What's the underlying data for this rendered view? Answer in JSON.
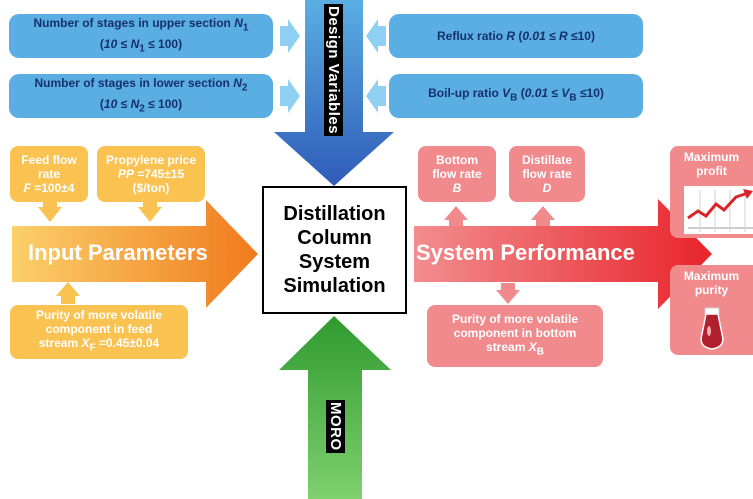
{
  "design": {
    "vertical_label": "Design Variables",
    "n1": {
      "line1": "Number of stages in upper section",
      "var": "N",
      "sub": "1",
      "line2_a": "10",
      "line2_b": "≤",
      "line2_c": "N",
      "line2_sub": "1",
      "line2_d": "≤ 100)"
    },
    "n2": {
      "line1": "Number of stages in lower section",
      "var": "N",
      "sub": "2",
      "line2_a": "10",
      "line2_b": "≤",
      "line2_c": "N",
      "line2_sub": "2",
      "line2_d": "≤ 100)"
    },
    "reflux": {
      "text": "Reflux ratio",
      "var": "R",
      "range_a": "0.01",
      "range_b": "≤",
      "range_var": "R",
      "range_c": "≤10)"
    },
    "boilup": {
      "text": "Boil-up ratio",
      "var": "V",
      "sub": "B",
      "range_a": "0.01",
      "range_b": "≤",
      "range_var": "V",
      "range_sub": "B",
      "range_c": "≤10)"
    }
  },
  "inputs": {
    "feed": {
      "line1": "Feed flow",
      "line2": "rate",
      "var": "F",
      "value": "=100±4"
    },
    "price": {
      "line1": "Propylene price",
      "var": "PP",
      "value": "=745±15",
      "unit": "($/ton)"
    },
    "purity": {
      "line1": "Purity of more volatile",
      "line2": "component in feed",
      "line3": "stream",
      "var": "X",
      "sub": "F",
      "value": "=0.45±0.04"
    },
    "arrow_label": "Input Parameters"
  },
  "center": {
    "lines": [
      "Distillation",
      "Column",
      "System",
      "Simulation"
    ]
  },
  "performance": {
    "bottom": {
      "line1": "Bottom",
      "line2": "flow rate",
      "var": "B"
    },
    "distillate": {
      "line1": "Distillate",
      "line2": "flow rate",
      "var": "D"
    },
    "purity": {
      "line1": "Purity of more volatile",
      "line2": "component in bottom",
      "line3": "stream",
      "var": "X",
      "sub": "B"
    },
    "arrow_label": "System Performance"
  },
  "objectives": {
    "profit": {
      "line1": "Maximum",
      "line2": "profit"
    },
    "purity": {
      "line1": "Maximum",
      "line2": "purity"
    }
  },
  "moro_label": "MORO",
  "colors": {
    "blue": "#5aaee3",
    "orange": "#f9c251",
    "pink": "#f08a8c",
    "green": "#3fa33b",
    "blue_arrow": "#3d6fc4"
  }
}
